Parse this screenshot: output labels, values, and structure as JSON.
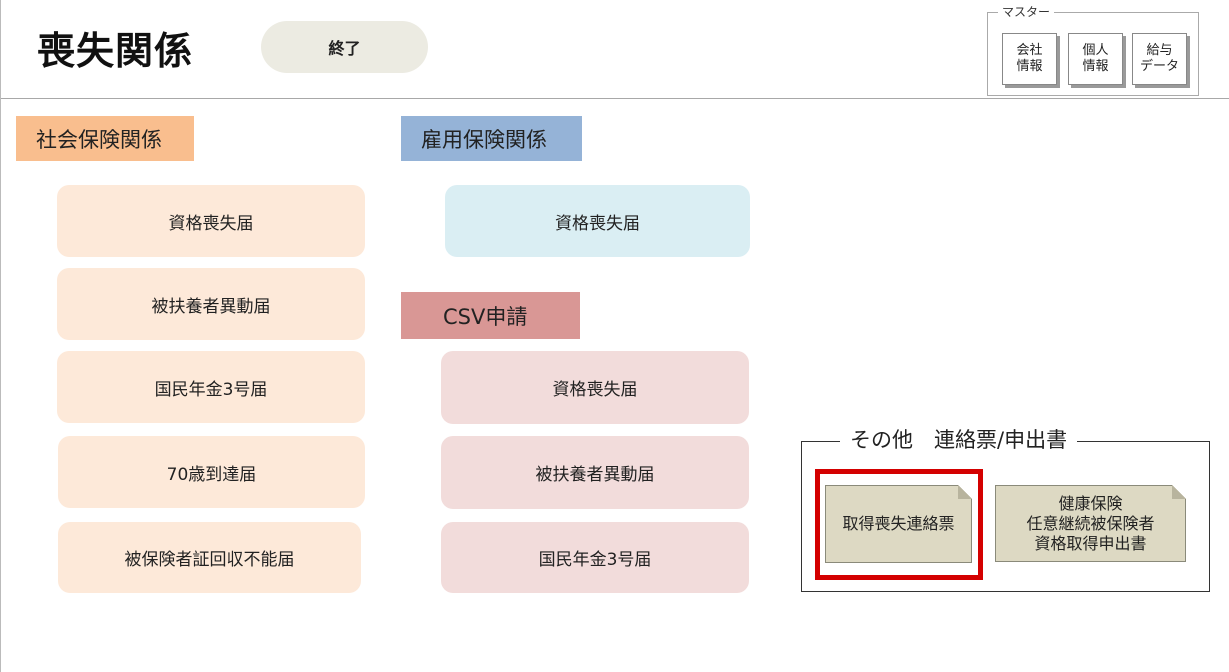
{
  "header": {
    "title": "喪失関係",
    "end_button": "終了"
  },
  "master": {
    "legend": "マスター",
    "buttons": [
      "会社\n情報",
      "個人\n情報",
      "給与\nデータ"
    ]
  },
  "social_insurance": {
    "header": "社会保険関係",
    "buttons": [
      "資格喪失届",
      "被扶養者異動届",
      "国民年金3号届",
      "70歳到達届",
      "被保険者証回収不能届"
    ]
  },
  "employment_insurance": {
    "header": "雇用保険関係",
    "buttons": [
      "資格喪失届"
    ]
  },
  "csv": {
    "header": "CSV申請",
    "buttons": [
      "資格喪失届",
      "被扶養者異動届",
      "国民年金3号届"
    ]
  },
  "other": {
    "legend": "その他　連絡票/申出書",
    "buttons": [
      "取得喪失連絡票",
      "健康保険\n任意継続被保険者\n資格取得申出書"
    ],
    "highlight_color": "#d40000"
  },
  "colors": {
    "social_header": "#f9be8e",
    "employment_header": "#95b3d7",
    "csv_header": "#d99795"
  }
}
